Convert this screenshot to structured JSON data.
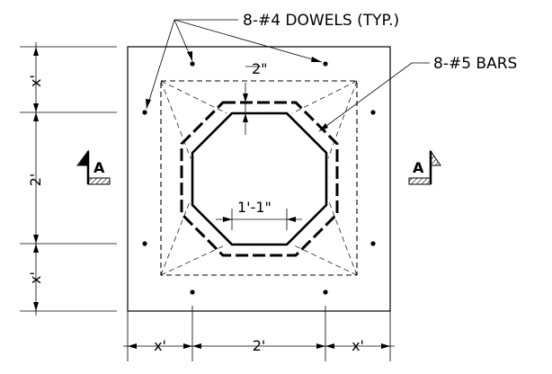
{
  "labels": {
    "dowels": "8-#4 DOWELS (TYP.)",
    "bars": "8-#5 BARS",
    "cover": "2\"",
    "octagon_width": "1'-1\"",
    "section_marker": "A"
  },
  "dimensions": {
    "left": [
      "x'",
      "2'",
      "x'"
    ],
    "bottom": [
      "x'",
      "2'",
      "x'"
    ]
  }
}
